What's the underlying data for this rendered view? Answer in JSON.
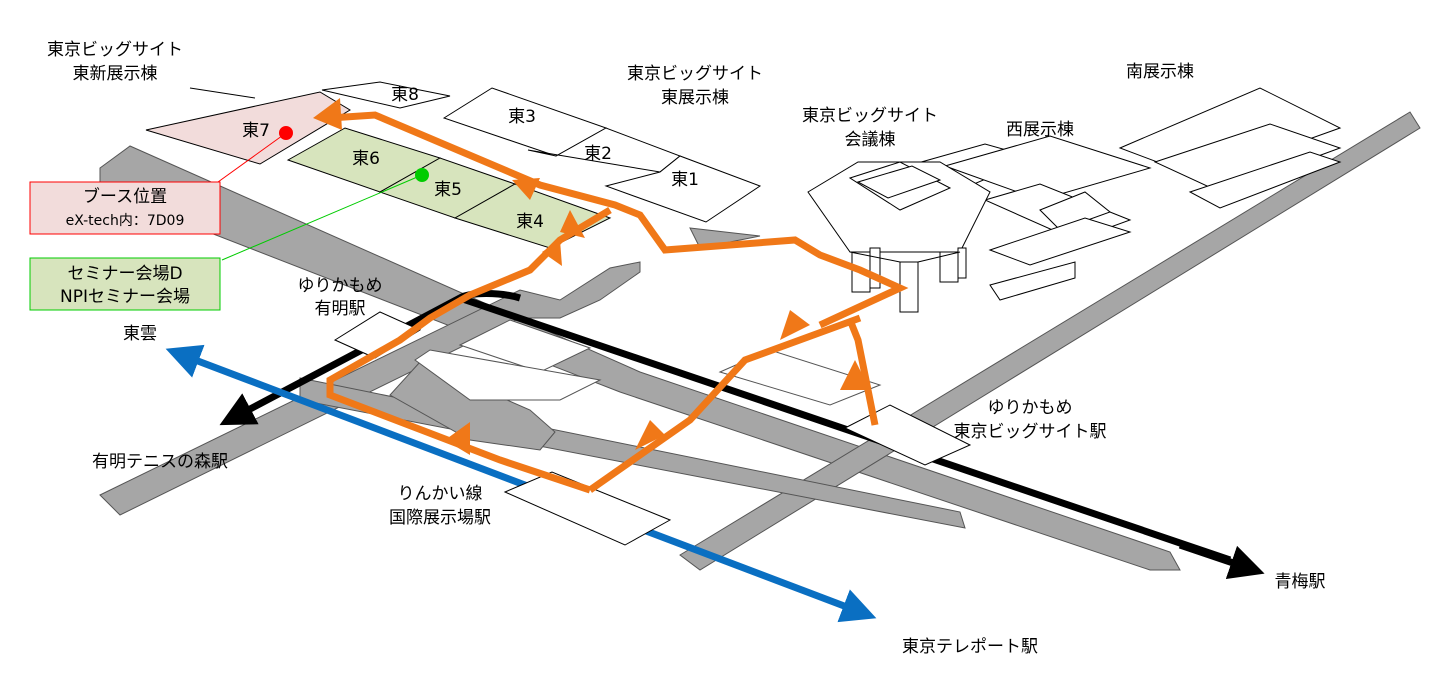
{
  "buildings": {
    "east_new_title": [
      "東京ビッグサイト",
      "東新展示棟"
    ],
    "east_title": [
      "東京ビッグサイト",
      "東展示棟"
    ],
    "conference_title": [
      "東京ビッグサイト",
      "会議棟"
    ],
    "west_title": "西展示棟",
    "south_title": "南展示棟"
  },
  "halls": {
    "e1": "東1",
    "e2": "東2",
    "e3": "東3",
    "e4": "東4",
    "e5": "東5",
    "e6": "東6",
    "e7": "東7",
    "e8": "東8"
  },
  "booth": {
    "title": "ブース位置",
    "detail": "eX-tech内：7D09",
    "marker_color": "#ff0000",
    "box_fill": "#f2dcdb",
    "box_border": "#ff0000"
  },
  "seminar": {
    "line1": "セミナー会場D",
    "line2": "NPIセミナー会場",
    "marker_color": "#00cc00",
    "box_fill": "#d7e4bd",
    "box_border": "#00cc00"
  },
  "stations": {
    "yurikamome_ariake": [
      "ゆりかもめ",
      "有明駅"
    ],
    "yurikamome_bigsight": [
      "ゆりかもめ",
      "東京ビッグサイト駅"
    ],
    "rinkai_kokusai": [
      "りんかい線",
      "国際展示場駅"
    ]
  },
  "destinations": {
    "shinonome": "東雲",
    "ariake_tennis": "有明テニスの森駅",
    "aomi": "青梅駅",
    "teleport": "東京テレポート駅"
  },
  "colors": {
    "route": "#f07818",
    "rinkai_line": "#0a6fc2",
    "yurikamome_line": "#000000",
    "road": "#a6a6a6",
    "highlight_halls": "#d7e4bd",
    "booth_hall": "#f2dcdb"
  }
}
